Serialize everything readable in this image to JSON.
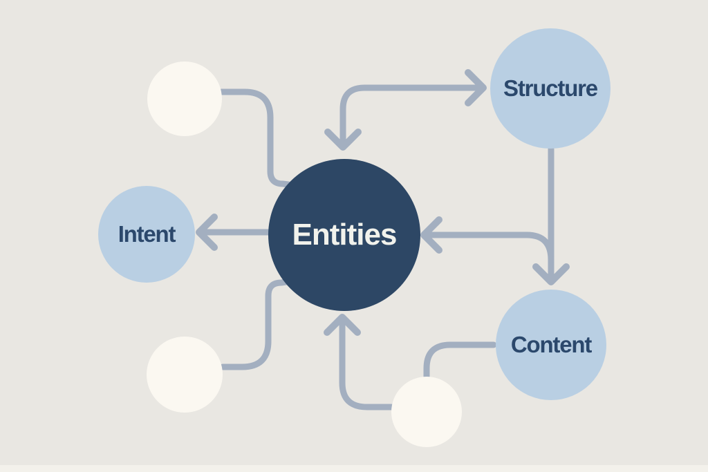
{
  "colors": {
    "background": "#e9e7e2",
    "node_primary": "#2d4765",
    "node_secondary": "#b9cfe3",
    "node_unlabeled": "#fbf8f1",
    "connector": "#a3afc0",
    "label_dark": "#2b486c",
    "label_light": "#f1f2ec",
    "footer_strip": "#f3f1eb"
  },
  "diagram": {
    "nodes": {
      "entities": {
        "label": "Entities",
        "style": "primary",
        "position": "center"
      },
      "structure": {
        "label": "Structure",
        "style": "secondary",
        "position": "top-right"
      },
      "intent": {
        "label": "Intent",
        "style": "secondary",
        "position": "left"
      },
      "content": {
        "label": "Content",
        "style": "secondary",
        "position": "bottom-right"
      },
      "unlabeled_top_left": {
        "label": "",
        "style": "unlabeled",
        "position": "top-left"
      },
      "unlabeled_bottom_left": {
        "label": "",
        "style": "unlabeled",
        "position": "bottom-left"
      },
      "unlabeled_bottom_center": {
        "label": "",
        "style": "unlabeled",
        "position": "bottom-center"
      }
    },
    "edges": [
      {
        "from": "unlabeled_top_left",
        "to": "entities",
        "arrow": false
      },
      {
        "type": "double-arrow",
        "ends": [
          "entities",
          "structure"
        ],
        "arrow": true
      },
      {
        "from": "entities",
        "to": "intent",
        "arrow": true
      },
      {
        "from": "structure",
        "to": "content",
        "arrow": true
      },
      {
        "from": "structure-content-line",
        "to": "entities",
        "arrow": true
      },
      {
        "from": "unlabeled_bottom_left",
        "to": "entities",
        "arrow": false
      },
      {
        "from": "unlabeled_bottom_center",
        "to": "entities",
        "arrow": true
      },
      {
        "from": "unlabeled_bottom_center",
        "to": "content",
        "arrow": false
      }
    ]
  }
}
